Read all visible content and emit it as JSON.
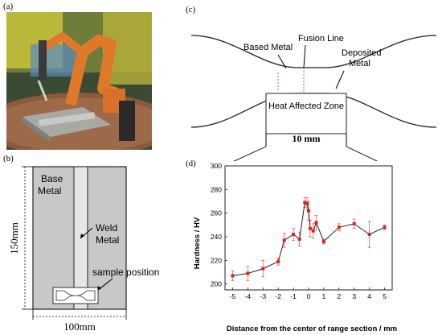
{
  "panels": {
    "a": "(a)",
    "b": "(b)",
    "c": "(c)",
    "d": "(d)"
  },
  "panel_b": {
    "base_metal_line1": "Base",
    "base_metal_line2": "Metal",
    "weld_metal_line1": "Weld",
    "weld_metal_line2": "Metal",
    "sample_position": "sample position",
    "height_label": "150mm",
    "width_label": "100mm"
  },
  "panel_c": {
    "based_metal": "Based Metal",
    "fusion_line": "Fusion Line",
    "deposited_metal_line1": "Deposited",
    "deposited_metal_line2": "Metal",
    "haz": "Heat Affected Zone",
    "width_label": "10 mm"
  },
  "colors": {
    "series": "#e02020",
    "line": "#222222",
    "plate": "#c8c8c8",
    "weld": "#e6e6e6"
  },
  "chart_data": {
    "type": "line",
    "xlabel": "Distance from the center of range section / mm",
    "ylabel": "Hardness / HV",
    "xlim": [
      -5.5,
      5.5
    ],
    "ylim": [
      195,
      300
    ],
    "xticks": [
      -5,
      -4,
      -3,
      -2,
      -1,
      0,
      1,
      2,
      3,
      4,
      5
    ],
    "xtick_labels": [
      "-5",
      "-4",
      "-3",
      "-2",
      "-1",
      "0",
      "1",
      "2",
      "3",
      "4",
      "5"
    ],
    "yticks": [
      200,
      220,
      240,
      260,
      280,
      300
    ],
    "ytick_labels": [
      "200",
      "220",
      "240",
      "260",
      "280",
      "300"
    ],
    "grid": false,
    "series": [
      {
        "x": [
          -5,
          -4,
          -3,
          -2,
          -1.6,
          -1,
          -0.6,
          -0.25,
          -0.1,
          0,
          0.1,
          0.3,
          0.5,
          1,
          2,
          3,
          4,
          5
        ],
        "y": [
          207,
          209,
          213,
          219,
          237,
          242,
          238,
          269,
          268,
          262,
          247,
          245,
          252,
          236,
          248,
          251,
          242,
          248
        ],
        "err": [
          4,
          6,
          7,
          3,
          6,
          5,
          6,
          4,
          5,
          8,
          7,
          6,
          6,
          2,
          3,
          4,
          11,
          2
        ]
      }
    ]
  }
}
